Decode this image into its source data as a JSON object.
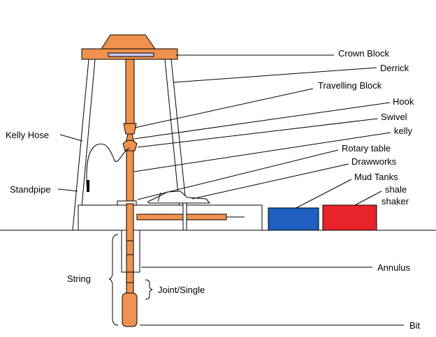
{
  "labels": {
    "crown_block": "Crown Block",
    "derrick": "Derrick",
    "travelling_block": "Travelling Block",
    "hook": "Hook",
    "swivel": "Swivel",
    "kelly": "kelly",
    "rotary_table": "Rotary table",
    "drawworks": "Drawworks",
    "mud_tanks": "Mud Tanks",
    "shale_shaker_line1": "shale",
    "shale_shaker_line2": "shaker",
    "kelly_hose": "Kelly Hose",
    "standpipe": "Standpipe",
    "annulus": "Annulus",
    "string": "String",
    "joint_single": "Joint/Single",
    "bit": "Bit"
  },
  "colors": {
    "pipe_orange": "#F0924F",
    "crown_plate": "#C8C8F0",
    "mud_tank_blue": "#1E5FBF",
    "shale_shaker_red": "#E8232A",
    "outline": "#000000",
    "background": "#FFFFFF"
  }
}
